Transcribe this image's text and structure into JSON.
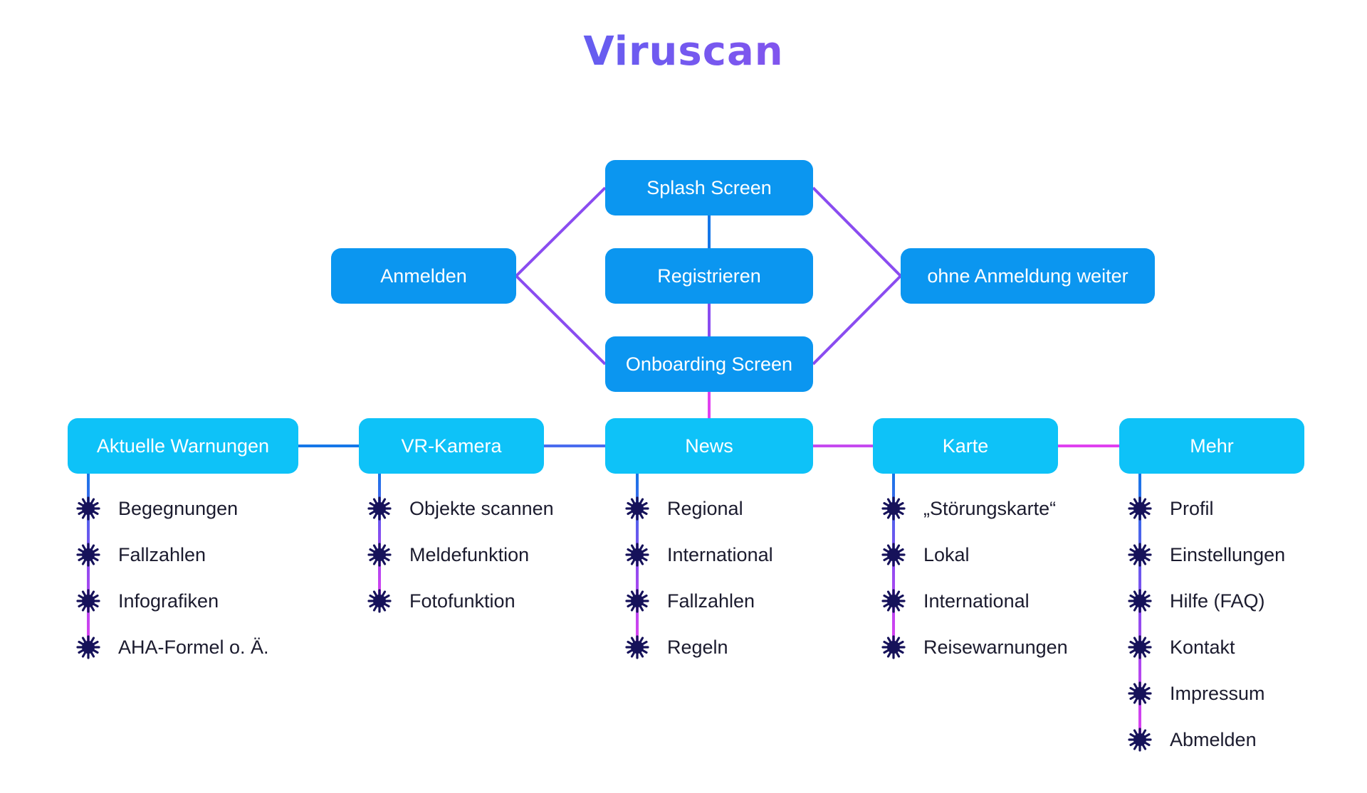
{
  "title": "Viruscan",
  "colors": {
    "blue": "#1577e8",
    "purple": "#8a4cf0",
    "magenta": "#e040f0",
    "box_top": "#0b96f0",
    "box_main": "#0ec2f8",
    "bullet": "#16125a"
  },
  "top_nodes": {
    "splash": "Splash Screen",
    "anmelden": "Anmelden",
    "registrieren": "Registrieren",
    "ohne": "ohne Anmeldung weiter",
    "onboarding": "Onboarding Screen"
  },
  "sections": [
    {
      "label": "Aktuelle Warnungen",
      "items": [
        "Begegnungen",
        "Fallzahlen",
        "Infografiken",
        "AHA-Formel o. Ä."
      ]
    },
    {
      "label": "VR-Kamera",
      "items": [
        "Objekte scannen",
        "Meldefunktion",
        "Fotofunktion"
      ]
    },
    {
      "label": "News",
      "items": [
        "Regional",
        "International",
        "Fallzahlen",
        "Regeln"
      ]
    },
    {
      "label": "Karte",
      "items": [
        "„Störungskarte“",
        "Lokal",
        "International",
        "Reisewarnungen"
      ]
    },
    {
      "label": "Mehr",
      "items": [
        "Profil",
        "Einstellungen",
        "Hilfe (FAQ)",
        "Kontakt",
        "Impressum",
        "Abmelden"
      ]
    }
  ],
  "bullet_icon": "virus-icon"
}
